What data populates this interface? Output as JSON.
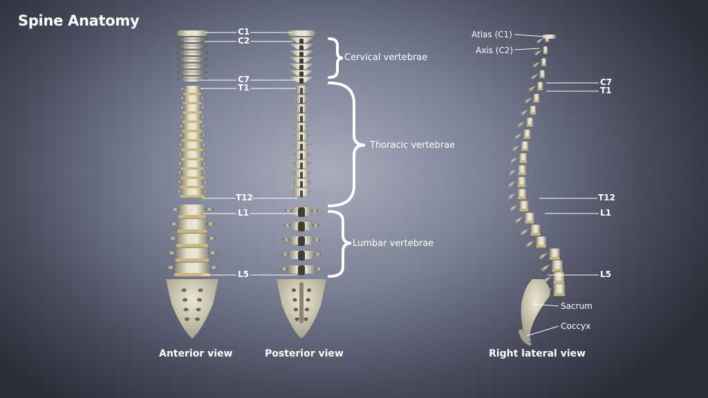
{
  "title": "Spine Anatomy",
  "views": {
    "anterior": "Anterior view",
    "posterior": "Posterior view",
    "lateral": "Right lateral view"
  },
  "vertebra_labels": {
    "c1": "C1",
    "c2": "C2",
    "c7": "C7",
    "t1": "T1",
    "t12": "T12",
    "l1": "L1",
    "l5": "L5"
  },
  "groups": {
    "cervical": "Cervical vertebrae",
    "thoracic": "Thoracic vertebrae",
    "lumbar": "Lumbar vertebrae"
  },
  "lateral_labels": {
    "atlas": "Atlas (C1)",
    "axis": "Axis (C2)",
    "c7": "C7",
    "t1": "T1",
    "t12": "T12",
    "l1": "L1",
    "l5": "L5",
    "sacrum": "Sacrum",
    "coccyx": "Coccyx"
  },
  "colors": {
    "bone": "#dcd7c2",
    "bone_shadow": "#8d8a77",
    "disc": "#c9b67a",
    "label": "#ffffff"
  }
}
